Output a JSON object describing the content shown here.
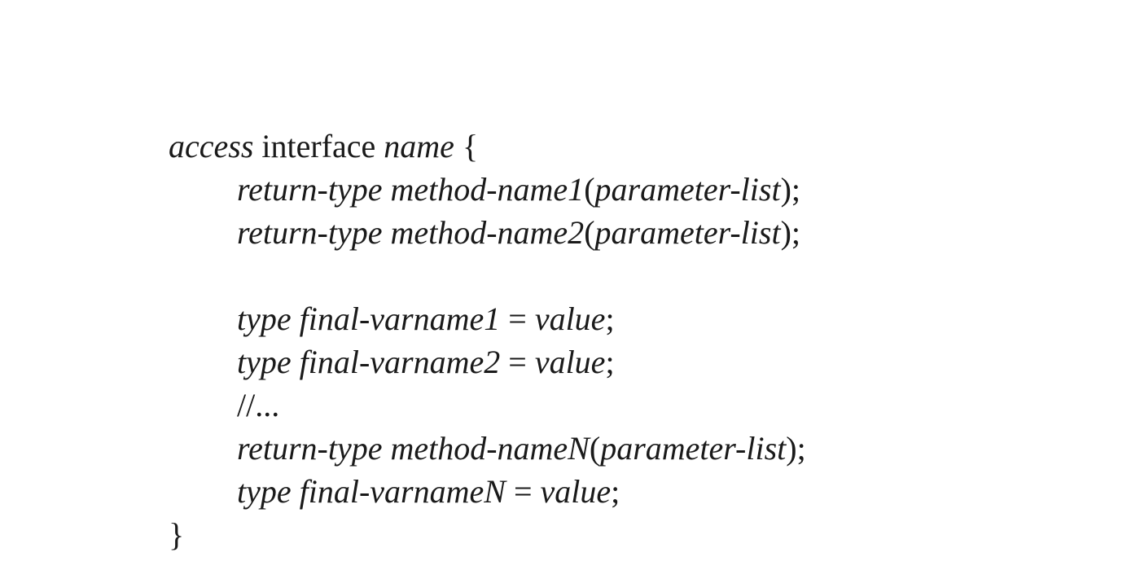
{
  "code": {
    "header": {
      "access": "access",
      "keyword": " interface ",
      "name": "name",
      "open_brace": " {"
    },
    "method1": {
      "return_type": "return-type",
      "space": " ",
      "method_name": "method-name1",
      "open_paren": "(",
      "params": "parameter-list",
      "close": ");"
    },
    "method2": {
      "return_type": "return-type",
      "space": " ",
      "method_name": "method-name2",
      "open_paren": "(",
      "params": "parameter-list",
      "close": ");"
    },
    "var1": {
      "type": "type",
      "space": " ",
      "varname": "final-varname1",
      "equals": " = ",
      "value": "value",
      "semicolon": ";"
    },
    "var2": {
      "type": "type",
      "space": " ",
      "varname": "final-varname2",
      "equals": " = ",
      "value": "value",
      "semicolon": ";"
    },
    "comment": "//...",
    "methodN": {
      "return_type": "return-type",
      "space": " ",
      "method_name": "method-nameN",
      "open_paren": "(",
      "params": "parameter-list",
      "close": ");"
    },
    "varN": {
      "type": "type",
      "space": " ",
      "varname": "final-varnameN",
      "equals": " = ",
      "value": "value",
      "semicolon": ";"
    },
    "close_brace": "}"
  }
}
